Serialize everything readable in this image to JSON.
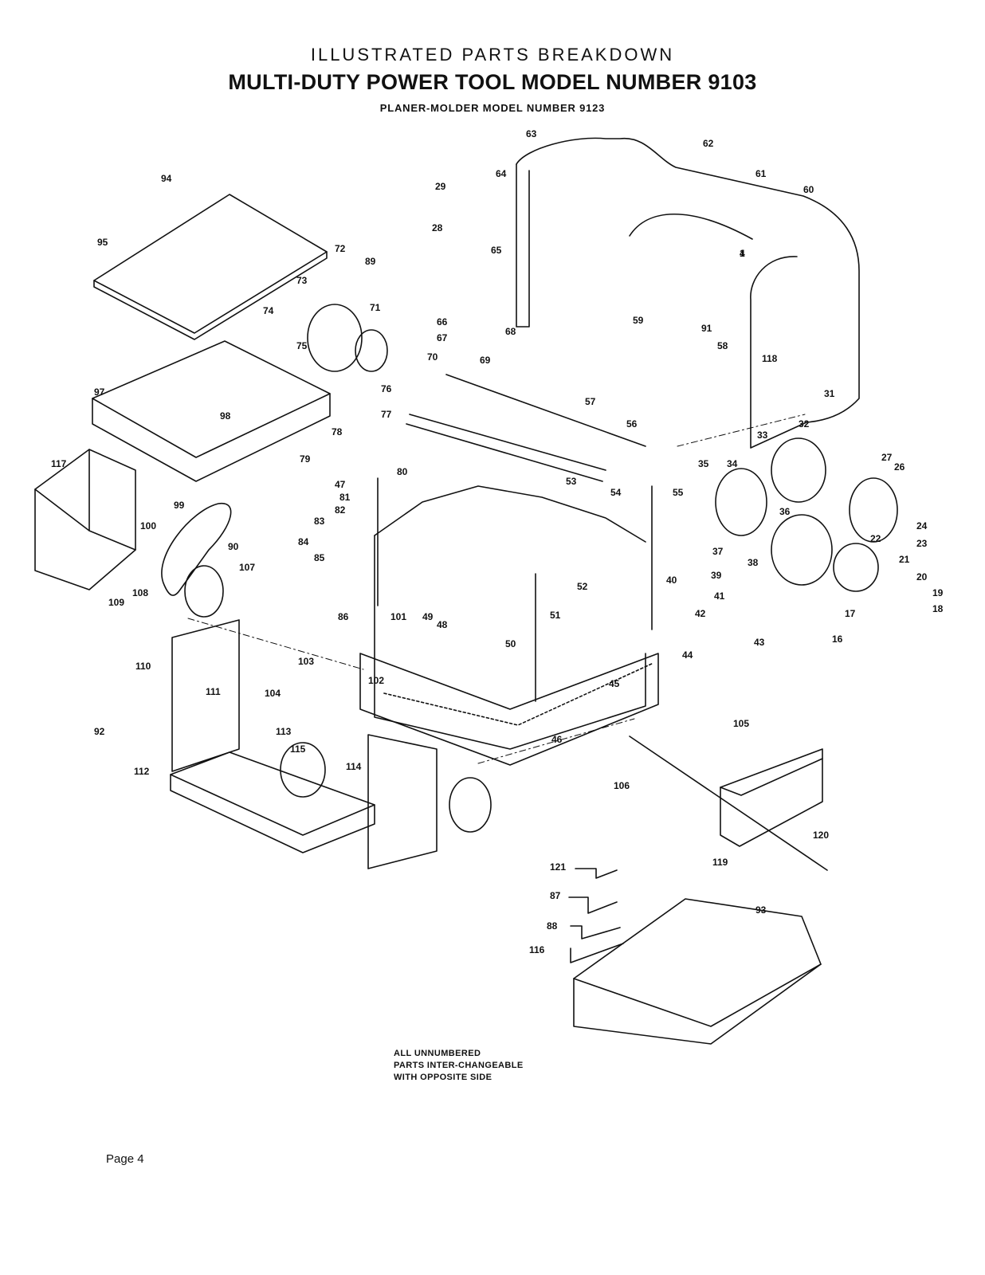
{
  "header": {
    "kicker": "ILLUSTRATED PARTS BREAKDOWN",
    "title": "MULTI-DUTY POWER TOOL MODEL NUMBER 9103",
    "subtitle": "PLANER-MOLDER MODEL NUMBER 9123"
  },
  "callouts": [
    "1",
    "4",
    "16",
    "17",
    "18",
    "19",
    "20",
    "21",
    "22",
    "23",
    "24",
    "26",
    "27",
    "28",
    "29",
    "31",
    "32",
    "33",
    "34",
    "35",
    "36",
    "37",
    "38",
    "39",
    "40",
    "41",
    "42",
    "43",
    "44",
    "45",
    "46",
    "47",
    "48",
    "49",
    "50",
    "51",
    "52",
    "53",
    "54",
    "55",
    "56",
    "57",
    "58",
    "59",
    "60",
    "61",
    "62",
    "63",
    "64",
    "65",
    "66",
    "67",
    "68",
    "69",
    "70",
    "71",
    "72",
    "73",
    "74",
    "75",
    "76",
    "77",
    "78",
    "79",
    "80",
    "81",
    "82",
    "83",
    "84",
    "85",
    "86",
    "87",
    "88",
    "89",
    "90",
    "91",
    "92",
    "93",
    "94",
    "95",
    "97",
    "98",
    "99",
    "100",
    "101",
    "102",
    "103",
    "104",
    "105",
    "106",
    "107",
    "108",
    "109",
    "110",
    "111",
    "112",
    "113",
    "114",
    "115",
    "116",
    "117",
    "118",
    "119",
    "120",
    "121"
  ],
  "note": [
    "ALL UNNUMBERED",
    "PARTS INTER-CHANGEABLE",
    "WITH OPPOSITE SIDE"
  ],
  "footer": {
    "page": "Page 4"
  }
}
